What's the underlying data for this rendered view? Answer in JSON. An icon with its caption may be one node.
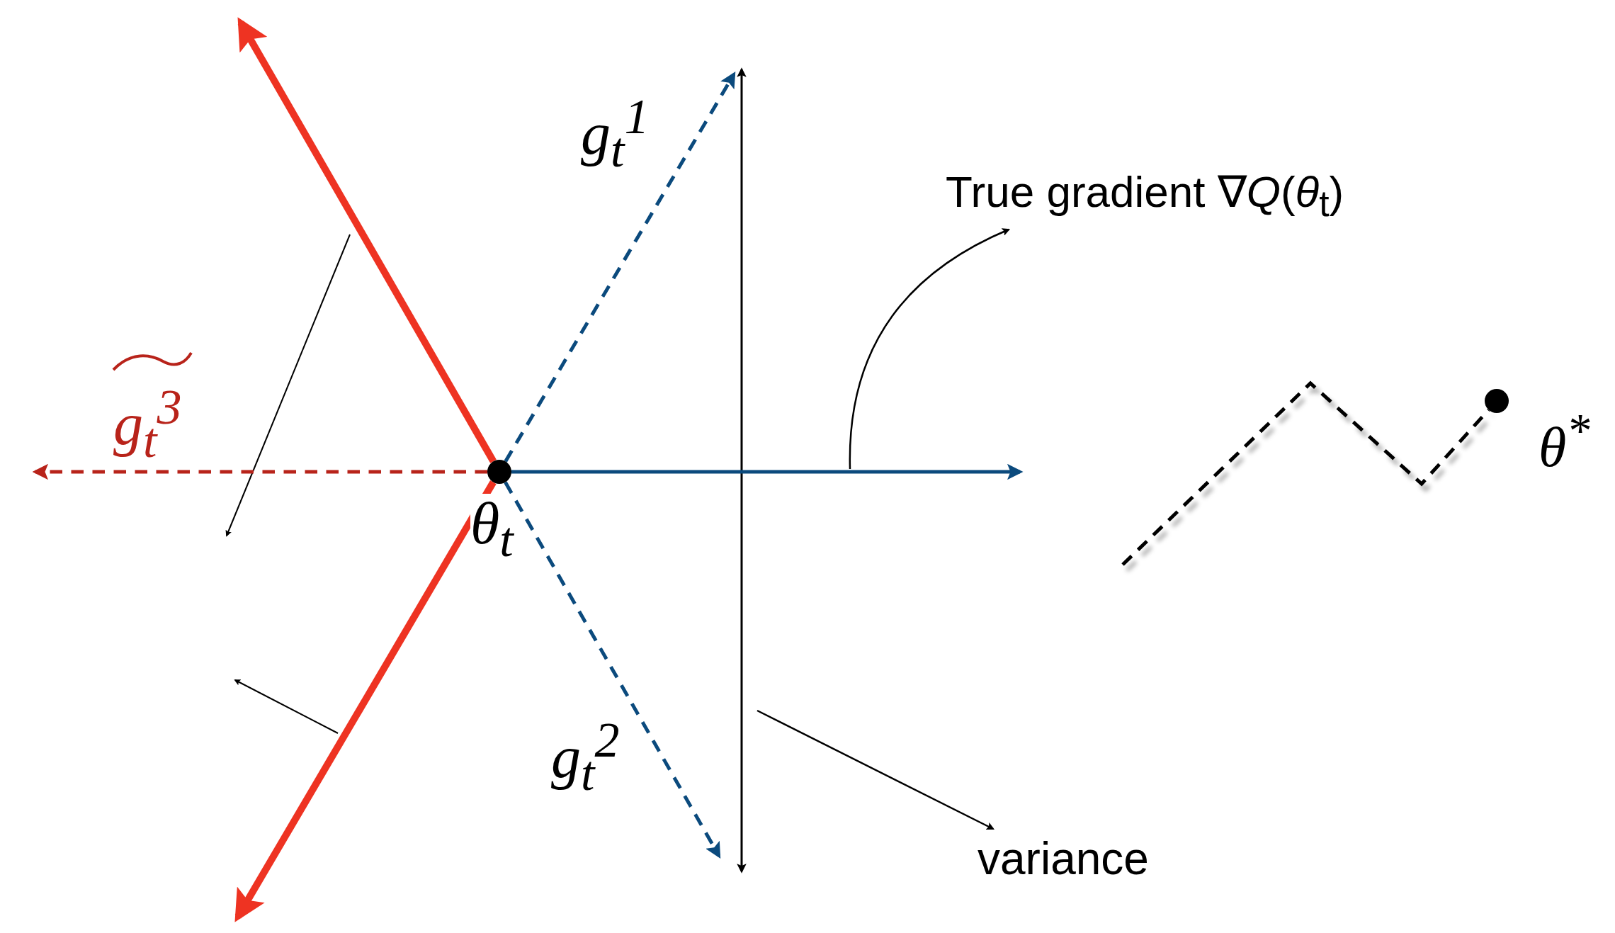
{
  "diagram": {
    "nodes": [
      {
        "text": [
          "θ$_{t}$"
        ]
      },
      {
        "text": [
          "True gradient ∇*Q*(*θ*$_{t}$)"
        ]
      },
      {
        "text": [
          "variance"
        ]
      },
      {
        "text": [
          "θ$^{*}$"
        ]
      }
    ],
    "edges": [
      {
        "from": 0,
        "to": null,
        "arrow": "to",
        "label": "g$_{t}$$^{1}$",
        "style": "dashed",
        "color": "#0b4a7d"
      },
      {
        "from": 0,
        "to": null,
        "arrow": "to",
        "label": "g$_{t}$$^{2}$",
        "style": "dashed",
        "color": "#0b4a7d"
      },
      {
        "from": 0,
        "to": null,
        "arrow": "to",
        "label": "g$_{t}$$^{3}$",
        "style": "dashed",
        "color": "#b8231a"
      },
      {
        "from": 0,
        "to": null,
        "arrow": "to",
        "color": "#0b4a7d"
      },
      {
        "from": 0,
        "to": null,
        "arrow": "to",
        "style": "thick",
        "color": "#ee3322"
      },
      {
        "from": 0,
        "to": null,
        "arrow": "to",
        "style": "thick",
        "color": "#ee3322"
      },
      {
        "from": null,
        "to": 1,
        "arrow": "to",
        "color": "#000000"
      },
      {
        "from": null,
        "to": 2,
        "arrow": "to",
        "color": "#000000"
      },
      {
        "from": null,
        "to": 3,
        "arrow": "none",
        "style": "dashed",
        "color": "#000000"
      }
    ]
  }
}
